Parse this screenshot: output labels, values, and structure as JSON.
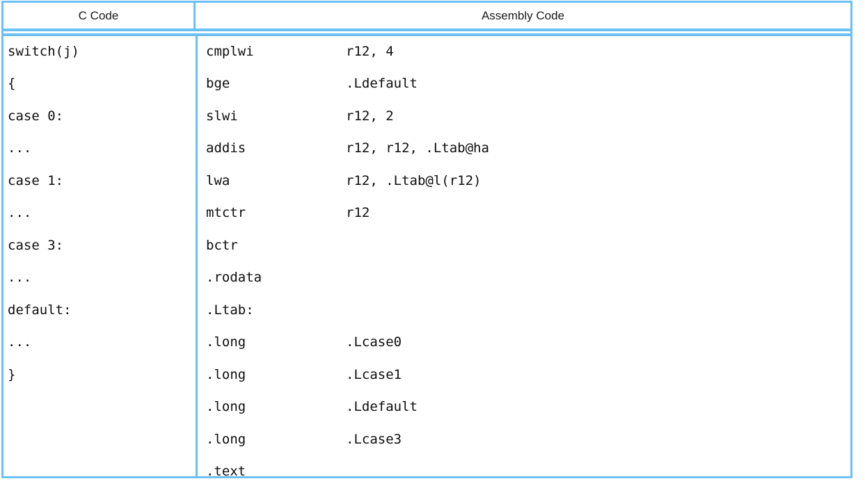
{
  "table": {
    "headers": {
      "c_code": "C Code",
      "assembly_code": "Assembly Code"
    },
    "colors": {
      "border": "#6cc0f5",
      "text": "#0d0d0d",
      "background": "#ffffff"
    },
    "rows": [
      {
        "c": "switch(j)",
        "mnemonic": "cmplwi",
        "operand": "r12, 4"
      },
      {
        "c": "{",
        "mnemonic": "bge",
        "operand": ".Ldefault"
      },
      {
        "c": "case 0:",
        "mnemonic": "slwi",
        "operand": "r12, 2"
      },
      {
        "c": "...",
        "mnemonic": "addis",
        "operand": "r12, r12, .Ltab@ha"
      },
      {
        "c": "case 1:",
        "mnemonic": "lwa",
        "operand": "r12, .Ltab@l(r12)"
      },
      {
        "c": "...",
        "mnemonic": "mtctr",
        "operand": "r12"
      },
      {
        "c": "case 3:",
        "mnemonic": "bctr",
        "operand": ""
      },
      {
        "c": "...",
        "mnemonic": ".rodata",
        "operand": ""
      },
      {
        "c": "default:",
        "mnemonic": ".Ltab:",
        "operand": ""
      },
      {
        "c": "...",
        "mnemonic": ".long",
        "operand": ".Lcase0"
      },
      {
        "c": "}",
        "mnemonic": ".long",
        "operand": ".Lcase1"
      },
      {
        "c": "",
        "mnemonic": ".long",
        "operand": ".Ldefault"
      },
      {
        "c": "",
        "mnemonic": ".long",
        "operand": ".Lcase3"
      },
      {
        "c": "",
        "mnemonic": ".text",
        "operand": ""
      }
    ]
  }
}
